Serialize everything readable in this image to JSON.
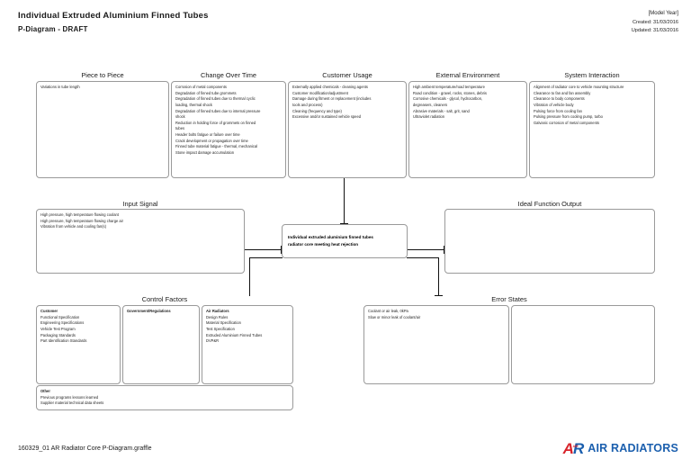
{
  "header": {
    "title": "Individual Extruded Aluminium Finned Tubes",
    "subtitle": "P-Diagram - DRAFT",
    "model_year": "[Model Year]",
    "created": "Created: 31/03/2016",
    "updated": "Updated: 31/03/2016"
  },
  "noise_factors": {
    "piece_to_piece": {
      "title": "Piece to Piece",
      "items": [
        "Variations in tube length"
      ]
    },
    "change_over_time": {
      "title": "Change Over Time",
      "items": [
        "Corrosion of metal components",
        "Degradation of finned tube grommets",
        "Degradation of finned tubes due to thermal cyclic",
        "loading, thermal shock",
        "Degradation of finned tubes due to internal pressure",
        "shock",
        "Reduction in holding force of grommets on finned",
        "tubes",
        "Header bolts fatigue or failure over time",
        "Crack development or propagation over time",
        "Finned tube material fatigue - thermal, mechanical",
        "Stone impact damage accumulation"
      ]
    },
    "customer_usage": {
      "title": "Customer Usage",
      "items": [
        "Externally applied chemicals - cleaning agents",
        "Customer modification/adjustment",
        "Damage during fitment or replacement (includes",
        "tools and process)",
        "Cleaning (frequency and type)",
        "Excessive and/or sustained vehicle speed"
      ]
    },
    "external_environment": {
      "title": "External Environment",
      "items": [
        "High ambient temperature/road temperature",
        "Road condition - gravel, rocks, stones, debris",
        "Corrosive chemicals - glycol, hydrocarbon,",
        "degreasers, cleaners",
        "Abrasive materials - salt, grit, sand",
        "Ultraviolet radiation"
      ]
    },
    "system_interaction": {
      "title": "System Interaction",
      "items": [
        "Alignment of radiator core to vehicle mounting structure",
        "Clearance to fan and fan assembly",
        "Clearance to body components",
        "Vibration of vehicle body",
        "Pulsing force from cooling fan",
        "Pulsing pressure from cooling pump, turbo",
        "Galvanic corrosion of metal components"
      ]
    }
  },
  "input_signal": {
    "title": "Input Signal",
    "items": [
      "High pressure, high temperature flowing coolant",
      "High pressure, high temperature flowing charge air",
      "Vibration from vehicle and cooling fan(s)"
    ]
  },
  "function_block": {
    "line1": "Individual extruded aluminium finned tubes",
    "line2": "radiator core meeting heat rejection"
  },
  "ideal_function_output": {
    "title": "Ideal Function Output",
    "items": []
  },
  "control_factors": {
    "title": "Control Factors",
    "customer": {
      "heading": "Customer",
      "items": [
        "Functional Specification",
        "Engineering Specifications",
        "Vehicle Test Program",
        "Packaging Standards",
        "Part Identification Standards"
      ]
    },
    "government": {
      "heading": "Government/Regulations",
      "items": []
    },
    "air_radiators": {
      "heading": "Air Radiators",
      "items": [
        "Design Rules",
        "Material Specification",
        "Test Specification",
        "Extruded Aluminium Finned Tubes",
        "DVP&R"
      ]
    },
    "other": {
      "heading": "Other",
      "items": [
        "Previous programs lessons learned",
        "Supplier material technical data sheets"
      ]
    }
  },
  "error_states": {
    "title": "Error States",
    "left": {
      "items": [
        "Coolant or air leak, 0kPa",
        "Slow or minor leak of coolant/air"
      ]
    },
    "right": {
      "items": []
    }
  },
  "footer": {
    "file_name": "160329_01 AR Radiator Core P-Diagram.graffle",
    "brand_letter_a": "A",
    "brand_letter_r": "R",
    "brand_mark_sub": "AIR",
    "brand_name": "AIR RADIATORS"
  },
  "colors": {
    "brand_red": "#d8232a",
    "brand_blue": "#1b5fae",
    "box_border": "#9a9a9a",
    "line": "#111111"
  }
}
